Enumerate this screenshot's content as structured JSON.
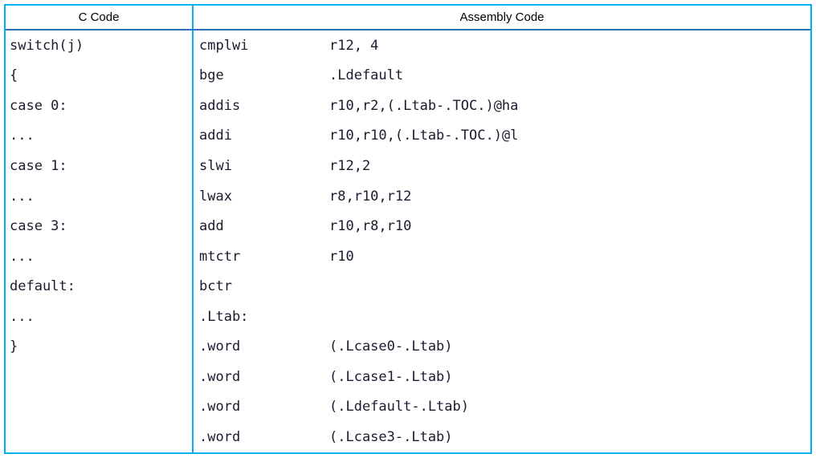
{
  "headers": {
    "c": "C Code",
    "asm": "Assembly Code"
  },
  "rows": [
    {
      "c": "switch(j)",
      "mnemonic": "cmplwi",
      "operands": "r12, 4"
    },
    {
      "c": "{",
      "mnemonic": "bge",
      "operands": ".Ldefault"
    },
    {
      "c": "case 0:",
      "mnemonic": "addis",
      "operands": "r10,r2,(.Ltab-.TOC.)@ha"
    },
    {
      "c": "...",
      "mnemonic": "addi",
      "operands": "r10,r10,(.Ltab-.TOC.)@l"
    },
    {
      "c": "case 1:",
      "mnemonic": "slwi",
      "operands": "r12,2"
    },
    {
      "c": "...",
      "mnemonic": "lwax",
      "operands": "r8,r10,r12"
    },
    {
      "c": "case 3:",
      "mnemonic": "add",
      "operands": "r10,r8,r10"
    },
    {
      "c": "...",
      "mnemonic": "mtctr",
      "operands": "r10"
    },
    {
      "c": "default:",
      "mnemonic": "bctr",
      "operands": ""
    },
    {
      "c": "...",
      "mnemonic": ".Ltab:",
      "operands": ""
    },
    {
      "c": "}",
      "mnemonic": ".word",
      "operands": "(.Lcase0-.Ltab)"
    },
    {
      "c": "",
      "mnemonic": ".word",
      "operands": "(.Lcase1-.Ltab)"
    },
    {
      "c": "",
      "mnemonic": ".word",
      "operands": "(.Ldefault-.Ltab)"
    },
    {
      "c": "",
      "mnemonic": ".word",
      "operands": "(.Lcase3-.Ltab)"
    }
  ],
  "colors": {
    "table_border": "#00b0f0",
    "header_separator": "#2e74b5",
    "code_text": "#1b1b2f",
    "header_text": "#000000",
    "background": "#ffffff"
  }
}
